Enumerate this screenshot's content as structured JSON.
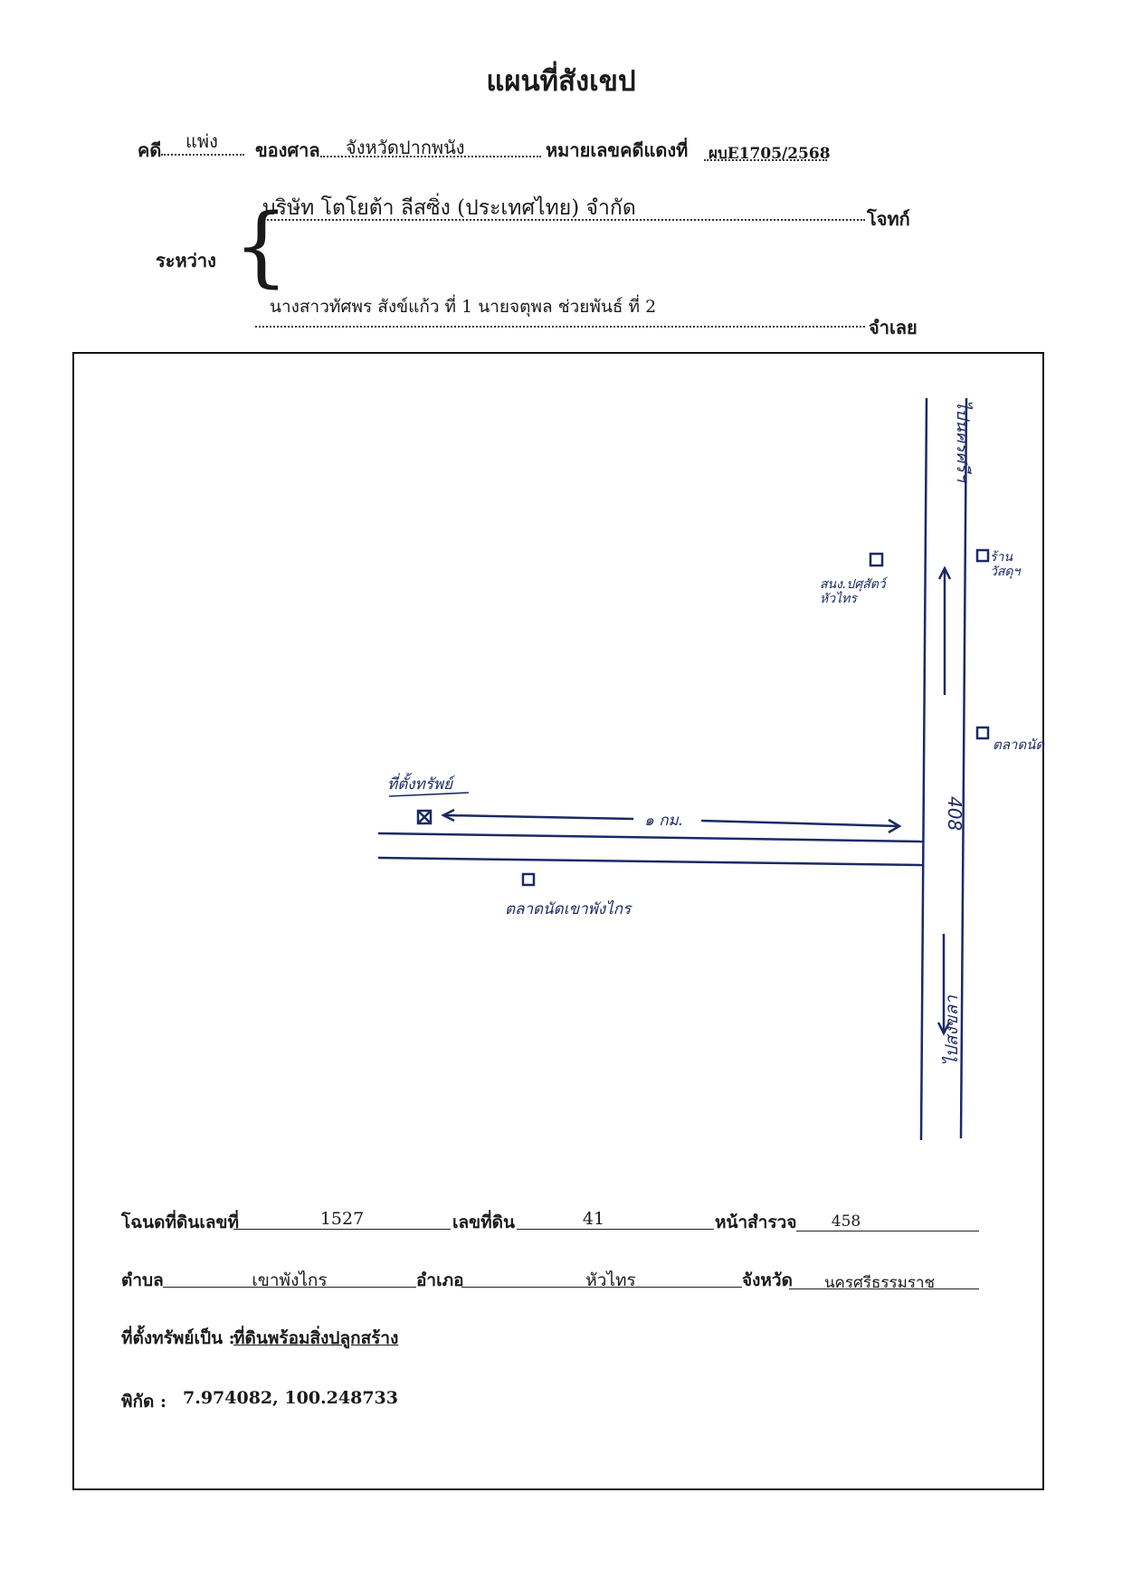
{
  "title": "แผนที่สังเขป",
  "case": {
    "case_label": "คดี",
    "case_type": "แพ่ง",
    "court_label": "ของศาล",
    "court_name": "จังหวัดปากพนัง",
    "red_no_label": "หมายเลขคดีแดงที่",
    "red_no": "ผบE1705/2568"
  },
  "parties": {
    "between_label": "ระหว่าง",
    "plaintiff_name": "บริษัท โตโยต้า ลีสซิ่ง (ประเทศไทย) จำกัด",
    "plaintiff_label": "โจทก์",
    "defendant_name": "นางสาวทัศพร สังข์แก้ว ที่ 1 นายจตุพล ช่วยพันธ์ ที่ 2",
    "defendant_label": "จำเลย"
  },
  "map": {
    "route_number": "408",
    "distance": "๑ กม.",
    "property_label": "ที่ตั้งทรัพย์",
    "landmarks": {
      "to_north": "ไปนครศรีฯ",
      "to_south": "ไปสงขลา",
      "north_office": "สนง.ปศุสัตว์\nหัวไทร",
      "shop": "ร้าน\nวัสดุฯ",
      "police": "ตลาดนัด",
      "subdistrict": "ตลาดนัดเขาพังไกร"
    },
    "colors": {
      "ink": "#1b2a66"
    }
  },
  "deed": {
    "deed_label": "โฉนดที่ดินเลขที่",
    "deed_no": "1527",
    "parcel_label": "เลขที่ดิน",
    "parcel_no": "41",
    "survey_label": "หน้าสำรวจ",
    "survey_no": "458",
    "tambon_label": "ตำบล",
    "tambon": "เขาพังไกร",
    "amphoe_label": "อำเภอ",
    "amphoe": "หัวไทร",
    "province_label": "จังหวัด",
    "province": "นครศรีธรรมราช",
    "location_label": "ที่ตั้งทรัพย์เป็น :",
    "location_type": "ที่ดินพร้อมสิ่งปลูกสร้าง",
    "coords_label": "พิกัด :",
    "coords": "7.974082, 100.248733"
  }
}
